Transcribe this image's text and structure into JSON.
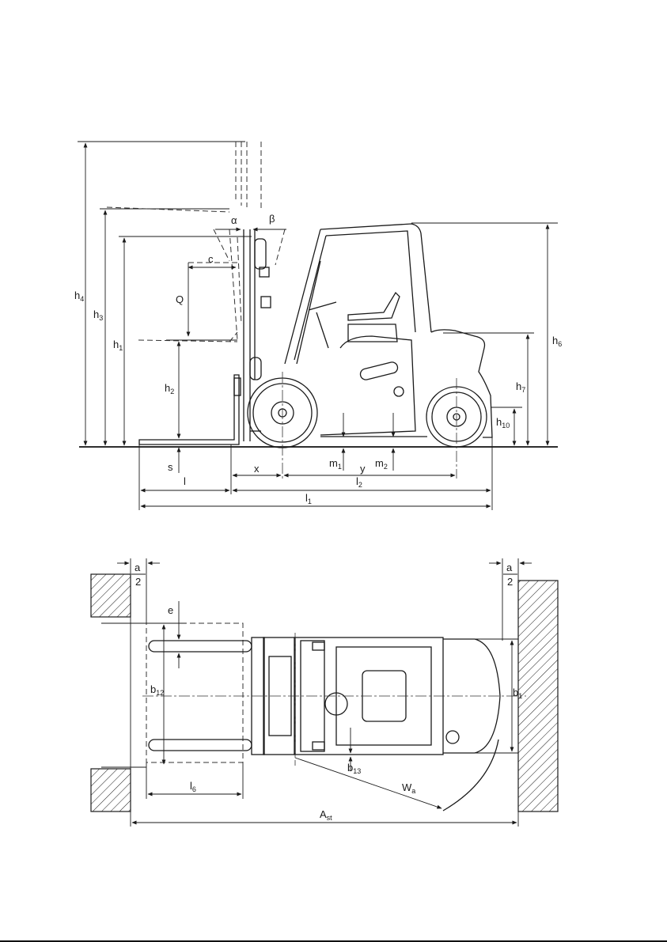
{
  "side_view": {
    "labels": {
      "h4": "h",
      "h4_sub": "4",
      "h3": "h",
      "h3_sub": "3",
      "h1": "h",
      "h1_sub": "1",
      "h2": "h",
      "h2_sub": "2",
      "h6": "h",
      "h6_sub": "6",
      "h7": "h",
      "h7_sub": "7",
      "h10": "h",
      "h10_sub": "10",
      "Q": "Q",
      "c": "c",
      "alpha": "α",
      "beta": "β",
      "s": "s",
      "l": "l",
      "x": "x",
      "y": "y",
      "m1": "m",
      "m1_sub": "1",
      "m2": "m",
      "m2_sub": "2",
      "l2": "l",
      "l2_sub": "2",
      "l1": "l",
      "l1_sub": "1"
    }
  },
  "top_view": {
    "labels": {
      "a_left": "a",
      "half_left": "2",
      "a_right": "a",
      "half_right": "2",
      "e": "e",
      "b12": "b",
      "b12_sub": "12",
      "b1": "b",
      "b1_sub": "1",
      "b13": "b",
      "b13_sub": "13",
      "Wa": "W",
      "Wa_sub": "a",
      "l6": "l",
      "l6_sub": "6",
      "Ast": "A",
      "Ast_sub": "st"
    }
  }
}
